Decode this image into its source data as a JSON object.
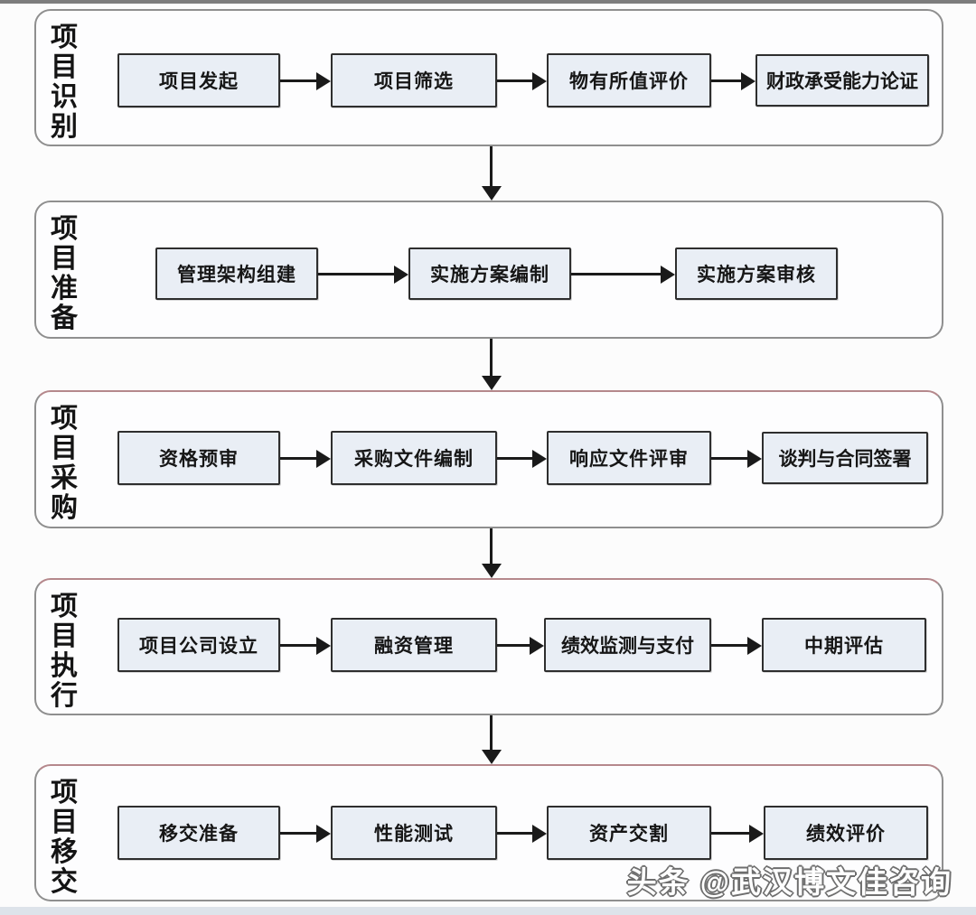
{
  "page": {
    "watermark": "头条 @武汉博文佳咨询"
  },
  "colors": {
    "box_fill": "#e9eef5",
    "box_border": "#2e2e2e",
    "lane_border": "#8f8f8f",
    "lane_top_accent": "#b5888c",
    "arrow": "#1a1a1a",
    "bottom_strip": "#dde3ea"
  },
  "flow": {
    "lanes": [
      {
        "label": "项目识别",
        "boxes": [
          "项目发起",
          "项目筛选",
          "物有所值评价",
          "财政承受能力论证"
        ]
      },
      {
        "label": "项目准备",
        "boxes": [
          "管理架构组建",
          "实施方案编制",
          "实施方案审核"
        ]
      },
      {
        "label": "项目采购",
        "boxes": [
          "资格预审",
          "采购文件编制",
          "响应文件评审",
          "谈判与合同签署"
        ]
      },
      {
        "label": "项目执行",
        "boxes": [
          "项目公司设立",
          "融资管理",
          "绩效监测与支付",
          "中期评估"
        ]
      },
      {
        "label": "项目移交",
        "boxes": [
          "移交准备",
          "性能测试",
          "资产交割",
          "绩效评价"
        ]
      }
    ]
  }
}
